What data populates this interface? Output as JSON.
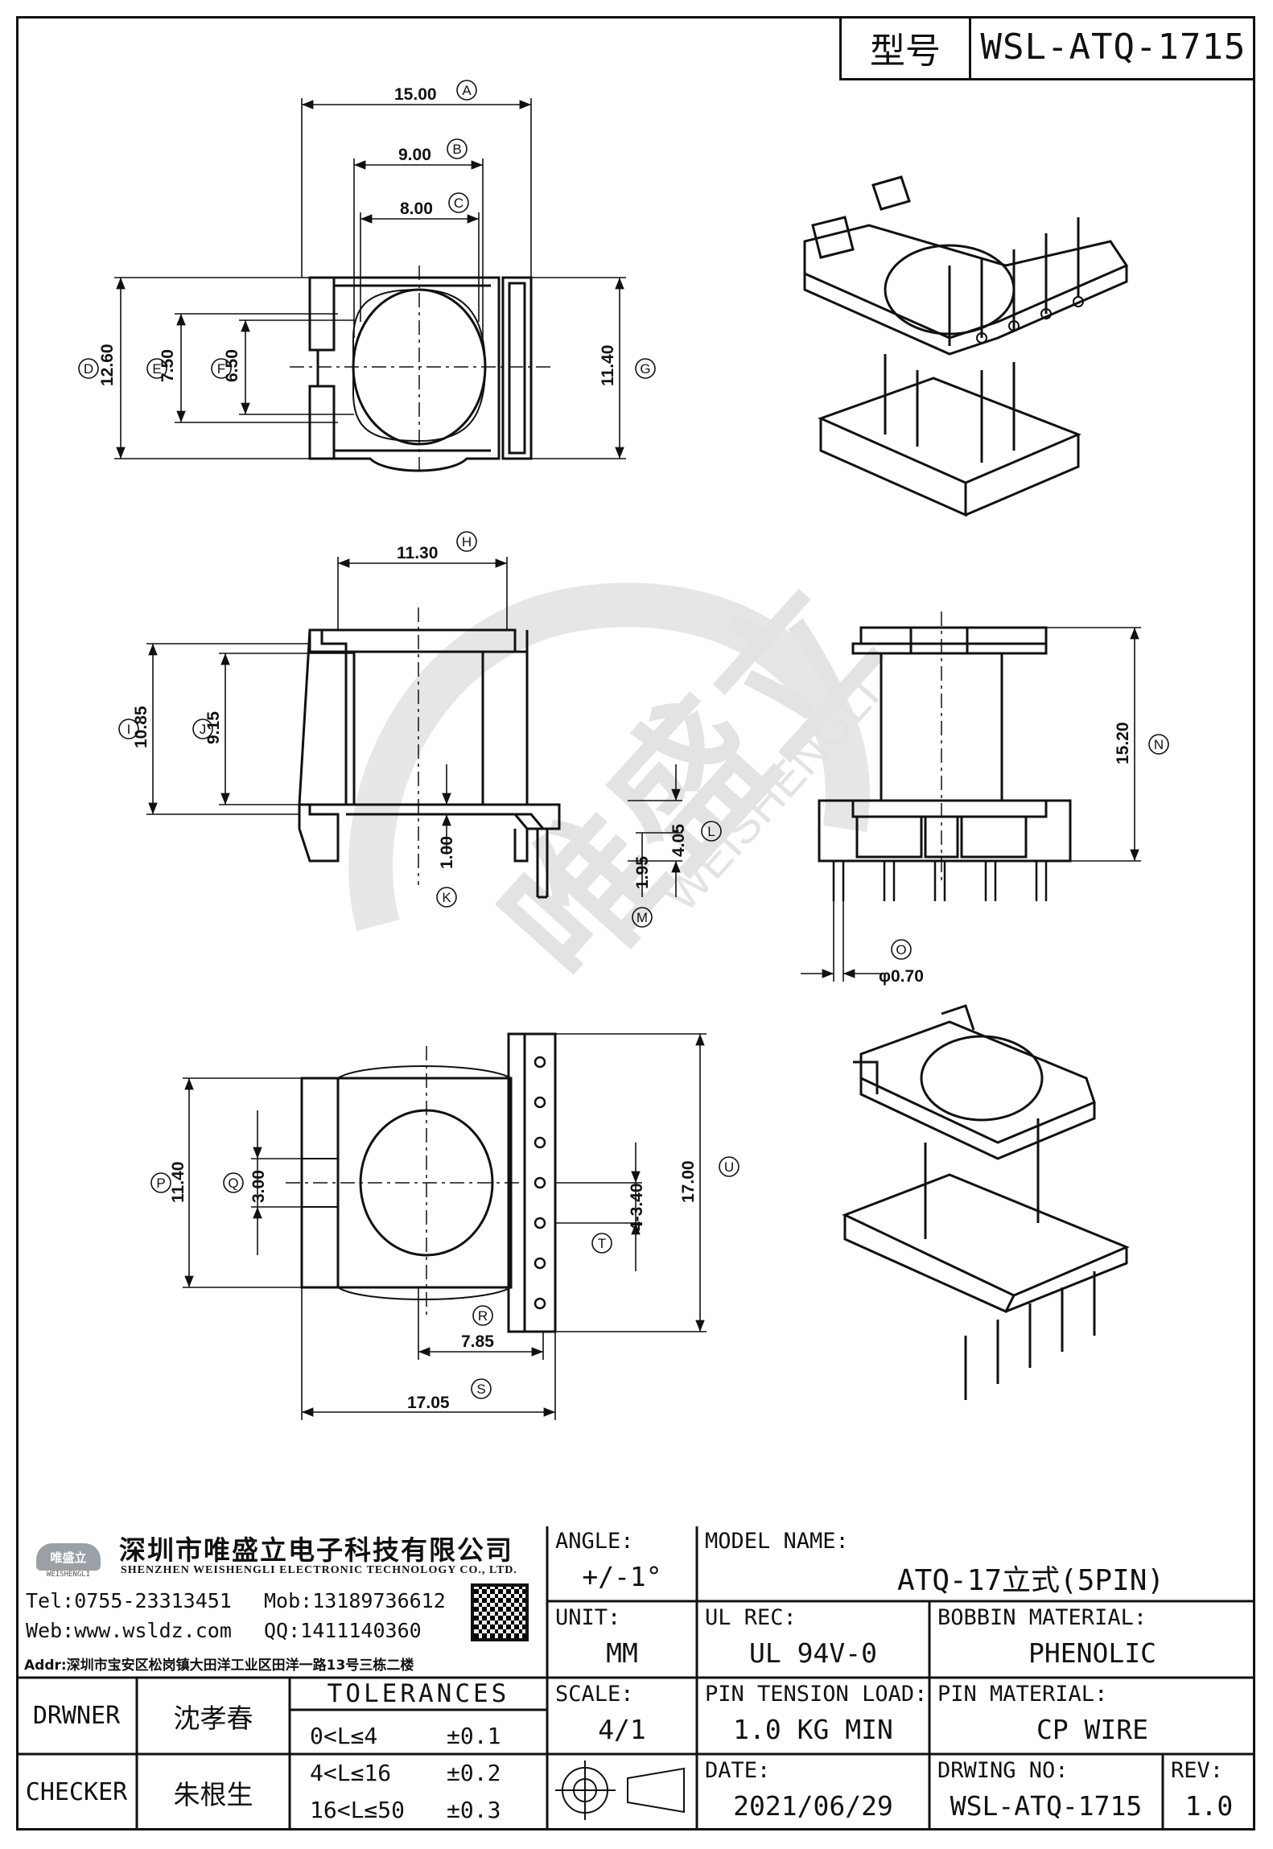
{
  "header": {
    "model_label": "型号",
    "model_no": "WSL-ATQ-1715"
  },
  "dimensions": {
    "A": "15.00",
    "B": "9.00",
    "C": "8.00",
    "D": "12.60",
    "E": "7.50",
    "F": "6.50",
    "G": "11.40",
    "H": "11.30",
    "I": "10.85",
    "J": "9.15",
    "K": "1.00",
    "L": "4.05",
    "M": "1.95",
    "N": "15.20",
    "O": "φ0.70",
    "P": "11.40",
    "Q": "3.00",
    "R": "7.85",
    "S": "17.05",
    "T": "4-3.40",
    "U": "17.00"
  },
  "watermark": {
    "text": "唯盛立",
    "sub": "WEISHENGLI"
  },
  "company": {
    "logo_text": "唯盛立",
    "logo_sub": "WEISHENGLI",
    "name_cn": "深圳市唯盛立电子科技有限公司",
    "name_en": "SHENZHEN WEISHENGLI ELECTRONIC TECHNOLOGY CO., LTD.",
    "tel": "Tel:0755-23313451",
    "mob": "Mob:13189736612",
    "web": "Web:www.wsldz.com",
    "qq": "QQ:1411140360",
    "addr": "Addr:深圳市宝安区松岗镇大田洋工业区田洋一路13号三栋二楼"
  },
  "signoff": {
    "drawer_label": "DRWNER",
    "drawer": "沈孝春",
    "checker_label": "CHECKER",
    "checker": "朱根生"
  },
  "tolerances": {
    "title": "TOLERANCES",
    "rows": [
      {
        "range": "0<L≤4",
        "tol": "±0.1"
      },
      {
        "range": "4<L≤16",
        "tol": "±0.2"
      },
      {
        "range": "16<L≤50",
        "tol": "±0.3"
      }
    ]
  },
  "fields": {
    "angle_label": "ANGLE:",
    "angle": "+/-1°",
    "unit_label": "UNIT:",
    "unit": "MM",
    "scale_label": "SCALE:",
    "scale": "4/1",
    "model_name_label": "MODEL NAME:",
    "model_name": "ATQ-17立式(5PIN)",
    "ul_label": "UL REC:",
    "ul": "UL 94V-0",
    "bobbin_label": "BOBBIN MATERIAL:",
    "bobbin": "PHENOLIC",
    "pin_tension_label": "PIN TENSION LOAD:",
    "pin_tension": "1.0 KG MIN",
    "pin_material_label": "PIN MATERIAL:",
    "pin_material": "CP WIRE",
    "date_label": "DATE:",
    "date": "2021/06/29",
    "drawing_no_label": "DRWING NO:",
    "drawing_no": "WSL-ATQ-1715",
    "rev_label": "REV:",
    "rev": "1.0"
  }
}
